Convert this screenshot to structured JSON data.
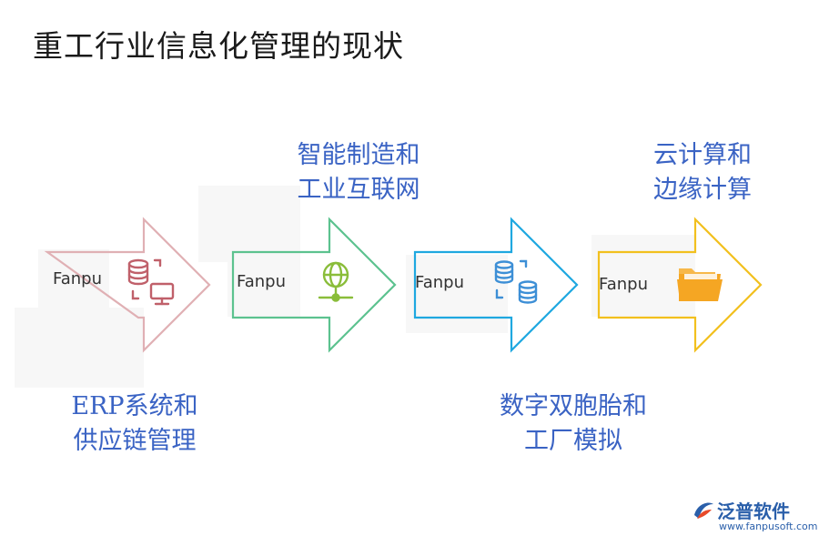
{
  "title": "重工行业信息化管理的现状",
  "steps": [
    {
      "badge": "Fanpu",
      "label_line1": "ERP系统和",
      "label_line2": "供应链管理",
      "color": "#e0b0b4",
      "icon": "database-monitor-icon",
      "icon_color": "#c0606a"
    },
    {
      "badge": "Fanpu",
      "label_line1": "智能制造和",
      "label_line2": "工业互联网",
      "color": "#5cc28f",
      "icon": "globe-network-icon",
      "icon_color": "#8abd3a"
    },
    {
      "badge": "Fanpu",
      "label_line1": "数字双胞胎和",
      "label_line2": "工厂模拟",
      "color": "#1fa8e0",
      "icon": "database-pair-icon",
      "icon_color": "#3d8fd6"
    },
    {
      "badge": "Fanpu",
      "label_line1": "云计算和",
      "label_line2": "边缘计算",
      "color": "#f2c01e",
      "icon": "folder-icon",
      "icon_color": "#f5a623"
    }
  ],
  "logo": {
    "name": "泛普软件",
    "url": "www.fanpusoft.com",
    "icon": "fanpu-logo-icon"
  }
}
